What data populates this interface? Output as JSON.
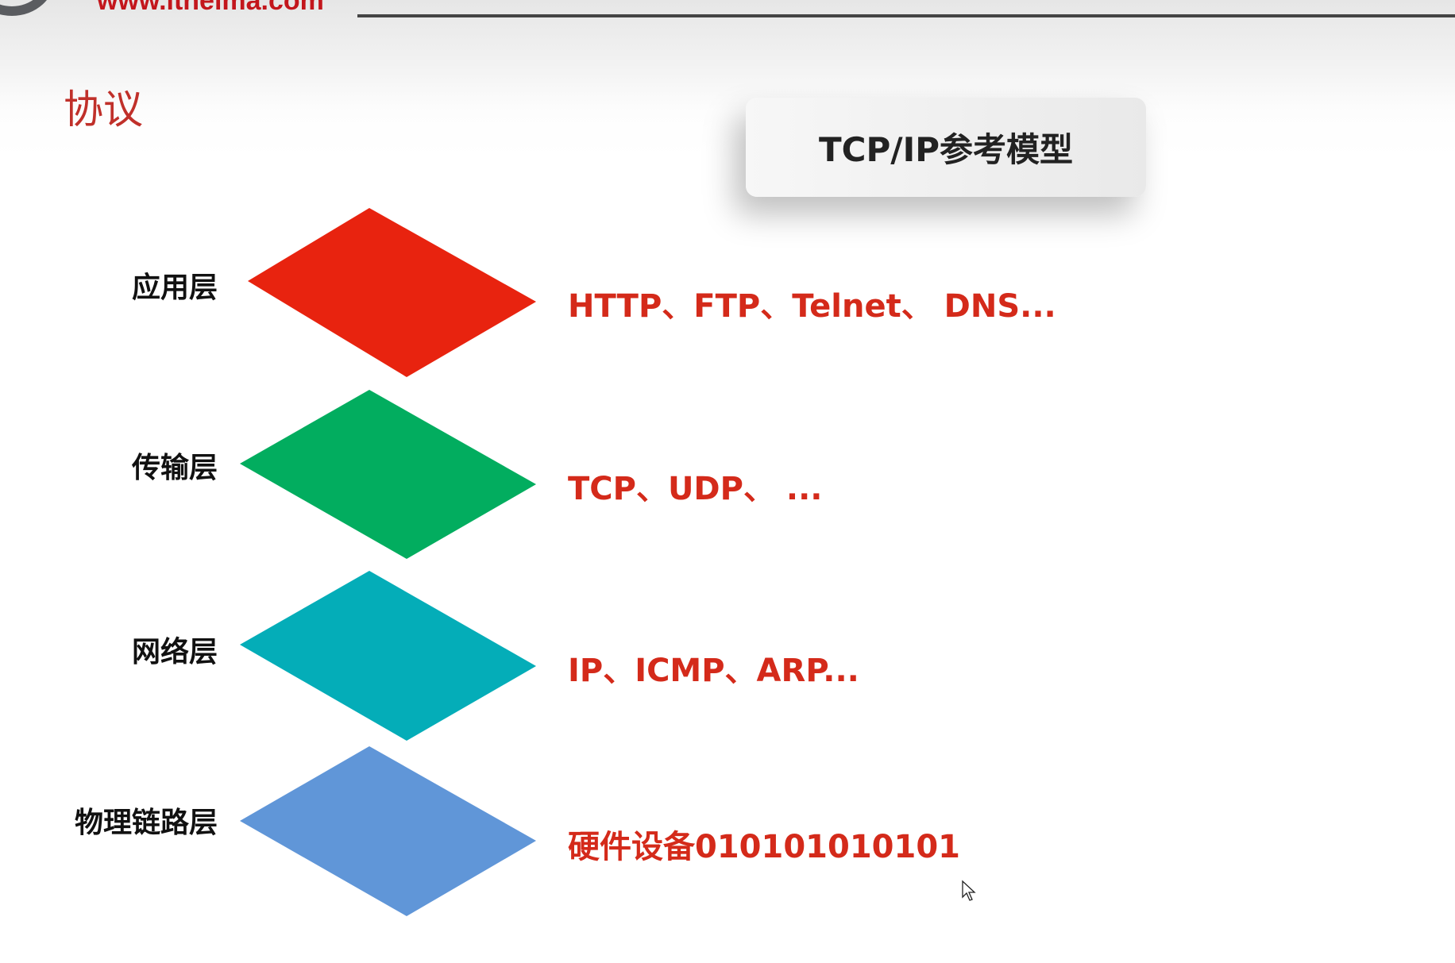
{
  "header": {
    "logo_url": "www.itheima.com"
  },
  "section_title": "协议",
  "model_title": "TCP/IP参考模型",
  "layers": [
    {
      "name": "应用层",
      "protocols": "HTTP、FTP、Telnet、 DNS...",
      "color": "#e8230f"
    },
    {
      "name": "传输层",
      "protocols": "TCP、UDP、 ...",
      "color": "#02ad5f"
    },
    {
      "name": "网络层",
      "protocols": "IP、ICMP、ARP...",
      "color": "#04adb8"
    },
    {
      "name": "物理链路层",
      "protocols": "硬件设备010101010101",
      "color": "#6096d8"
    }
  ]
}
